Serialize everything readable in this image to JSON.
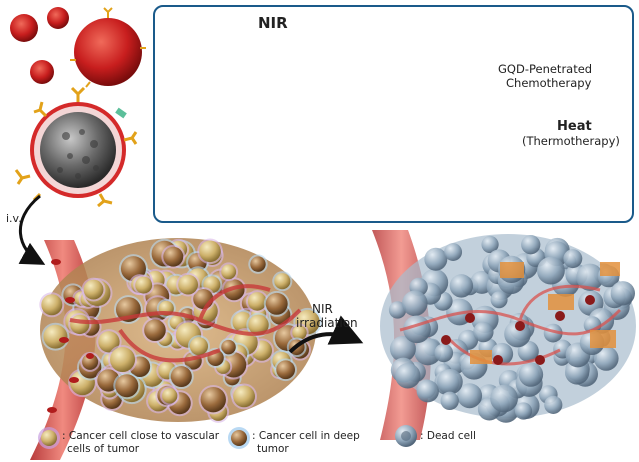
{
  "labels": {
    "nir_top": "NIR",
    "chemo_line1": "GQD-Penetrated",
    "chemo_line2": "Chemotherapy",
    "heat": "Heat",
    "thermo": "(Thermotherapy)",
    "iv": "i.v.",
    "nir_irr_line1": "NIR",
    "nir_irr_line2": "irradiation"
  },
  "legend": {
    "cancer_close_line1": ": Cancer cell close to vascular",
    "cancer_close_line2": "cells of tumor",
    "cancer_deep_line1": ": Cancer cell in deep",
    "cancer_deep_line2": "tumor",
    "dead_cell": ": Dead cell"
  },
  "colors": {
    "panel_border": "#1a5a8a",
    "membrane_red": "#d42a2a",
    "antibody_gold": "#e2a21a",
    "silica_gray": "#5c5c5c",
    "vessel_red": "#d9534f",
    "heat_bolt": "#e8201b",
    "dead_cell_blue": "#9fb4c8"
  }
}
